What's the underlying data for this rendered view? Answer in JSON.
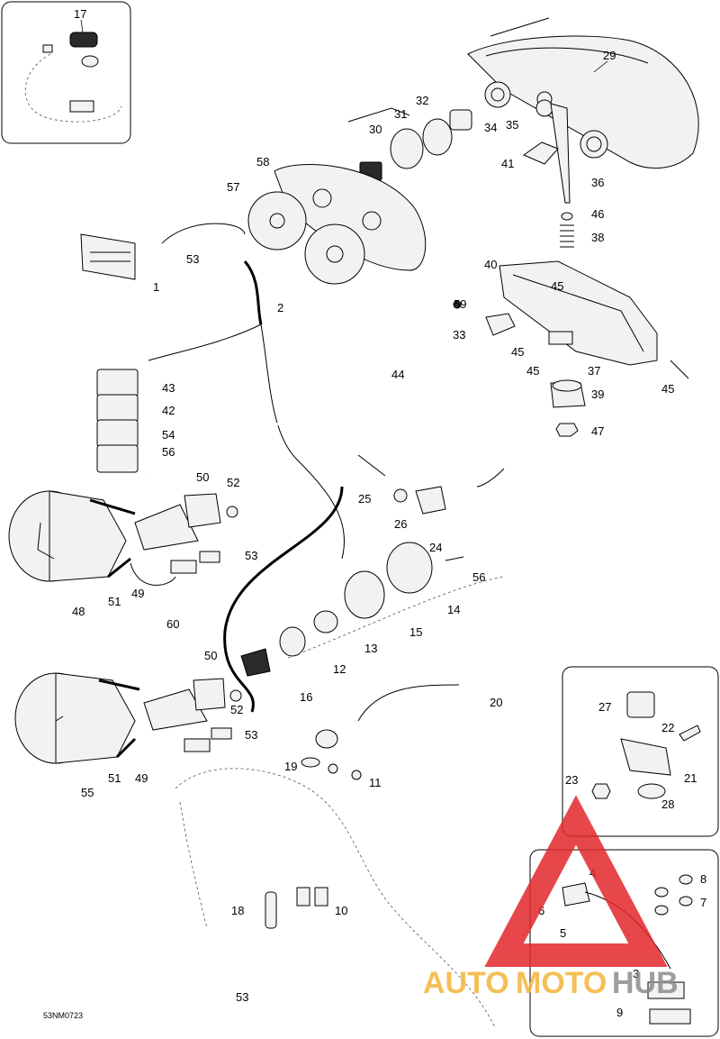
{
  "diagram": {
    "code": "53NM0723",
    "callouts": [
      "1",
      "2",
      "3",
      "4",
      "5",
      "6",
      "7",
      "8",
      "9",
      "10",
      "11",
      "12",
      "13",
      "14",
      "15",
      "16",
      "17",
      "18",
      "19",
      "20",
      "21",
      "22",
      "23",
      "24",
      "25",
      "26",
      "27",
      "28",
      "29",
      "30",
      "31",
      "32",
      "33",
      "34",
      "35",
      "36",
      "37",
      "38",
      "39",
      "40",
      "41",
      "42",
      "43",
      "44",
      "45",
      "46",
      "47",
      "48",
      "49",
      "50",
      "51",
      "52",
      "53",
      "54",
      "55",
      "56",
      "57",
      "58",
      "59",
      "60"
    ]
  },
  "watermark": {
    "part1": "AUTO",
    "part2": "MOTO",
    "part3": "HUB",
    "color_red": "#e3262b",
    "color_yellow": "#f4b43a",
    "color_gray": "#8c8c8c"
  }
}
